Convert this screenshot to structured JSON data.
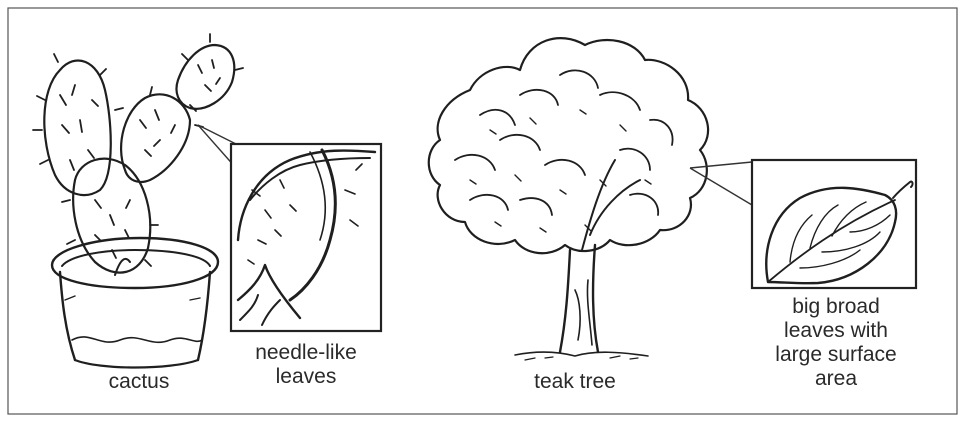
{
  "labels": {
    "cactus": "cactus",
    "needle_leaves": [
      "needle-like",
      "leaves"
    ],
    "teak_tree": "teak tree",
    "broad_leaves": [
      "big broad",
      "leaves with",
      "large surface",
      "area"
    ]
  }
}
